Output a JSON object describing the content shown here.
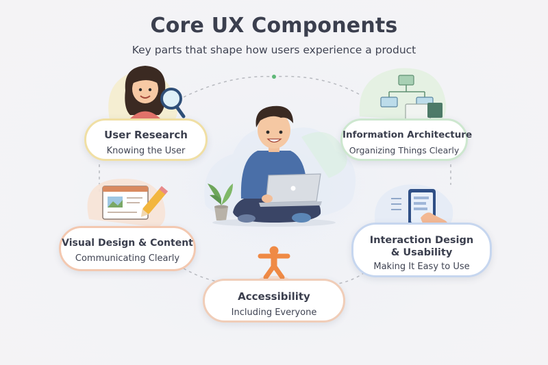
{
  "header": {
    "title": "Core UX Components",
    "subtitle": "Key parts that shape how users experience a product"
  },
  "components": {
    "user_research": {
      "title": "User Research",
      "subtitle": "Knowing the User",
      "icon": "researcher-magnifier-icon",
      "accent": "#f0dfa4"
    },
    "information_architecture": {
      "title": "Information Architecture",
      "subtitle": "Organizing Things Clearly",
      "icon": "sitemap-folders-icon",
      "accent": "#cde7cf"
    },
    "visual_design": {
      "title": "Visual Design & Content",
      "subtitle": "Communicating Clearly",
      "icon": "browser-pencil-icon",
      "accent": "#f3c8b0"
    },
    "interaction_design": {
      "title_line1": "Interaction Design",
      "title_line2": "& Usability",
      "subtitle": "Making It Easy to Use",
      "icon": "tablet-tap-icon",
      "accent": "#c6d6ef"
    },
    "accessibility": {
      "title": "Accessibility",
      "subtitle": "Including Everyone",
      "icon": "accessibility-person-icon",
      "accent": "#f0cdb8"
    }
  },
  "center": {
    "illustration": "person-with-laptop",
    "plant": "potted-plant-icon"
  },
  "colors": {
    "title": "#3b3f4e",
    "shirt": "#4a6fa8",
    "pants": "#3a4566",
    "laptop": "#d9dde3",
    "connector": "#b7b9bf",
    "accessibility_figure": "#ef8a45"
  }
}
